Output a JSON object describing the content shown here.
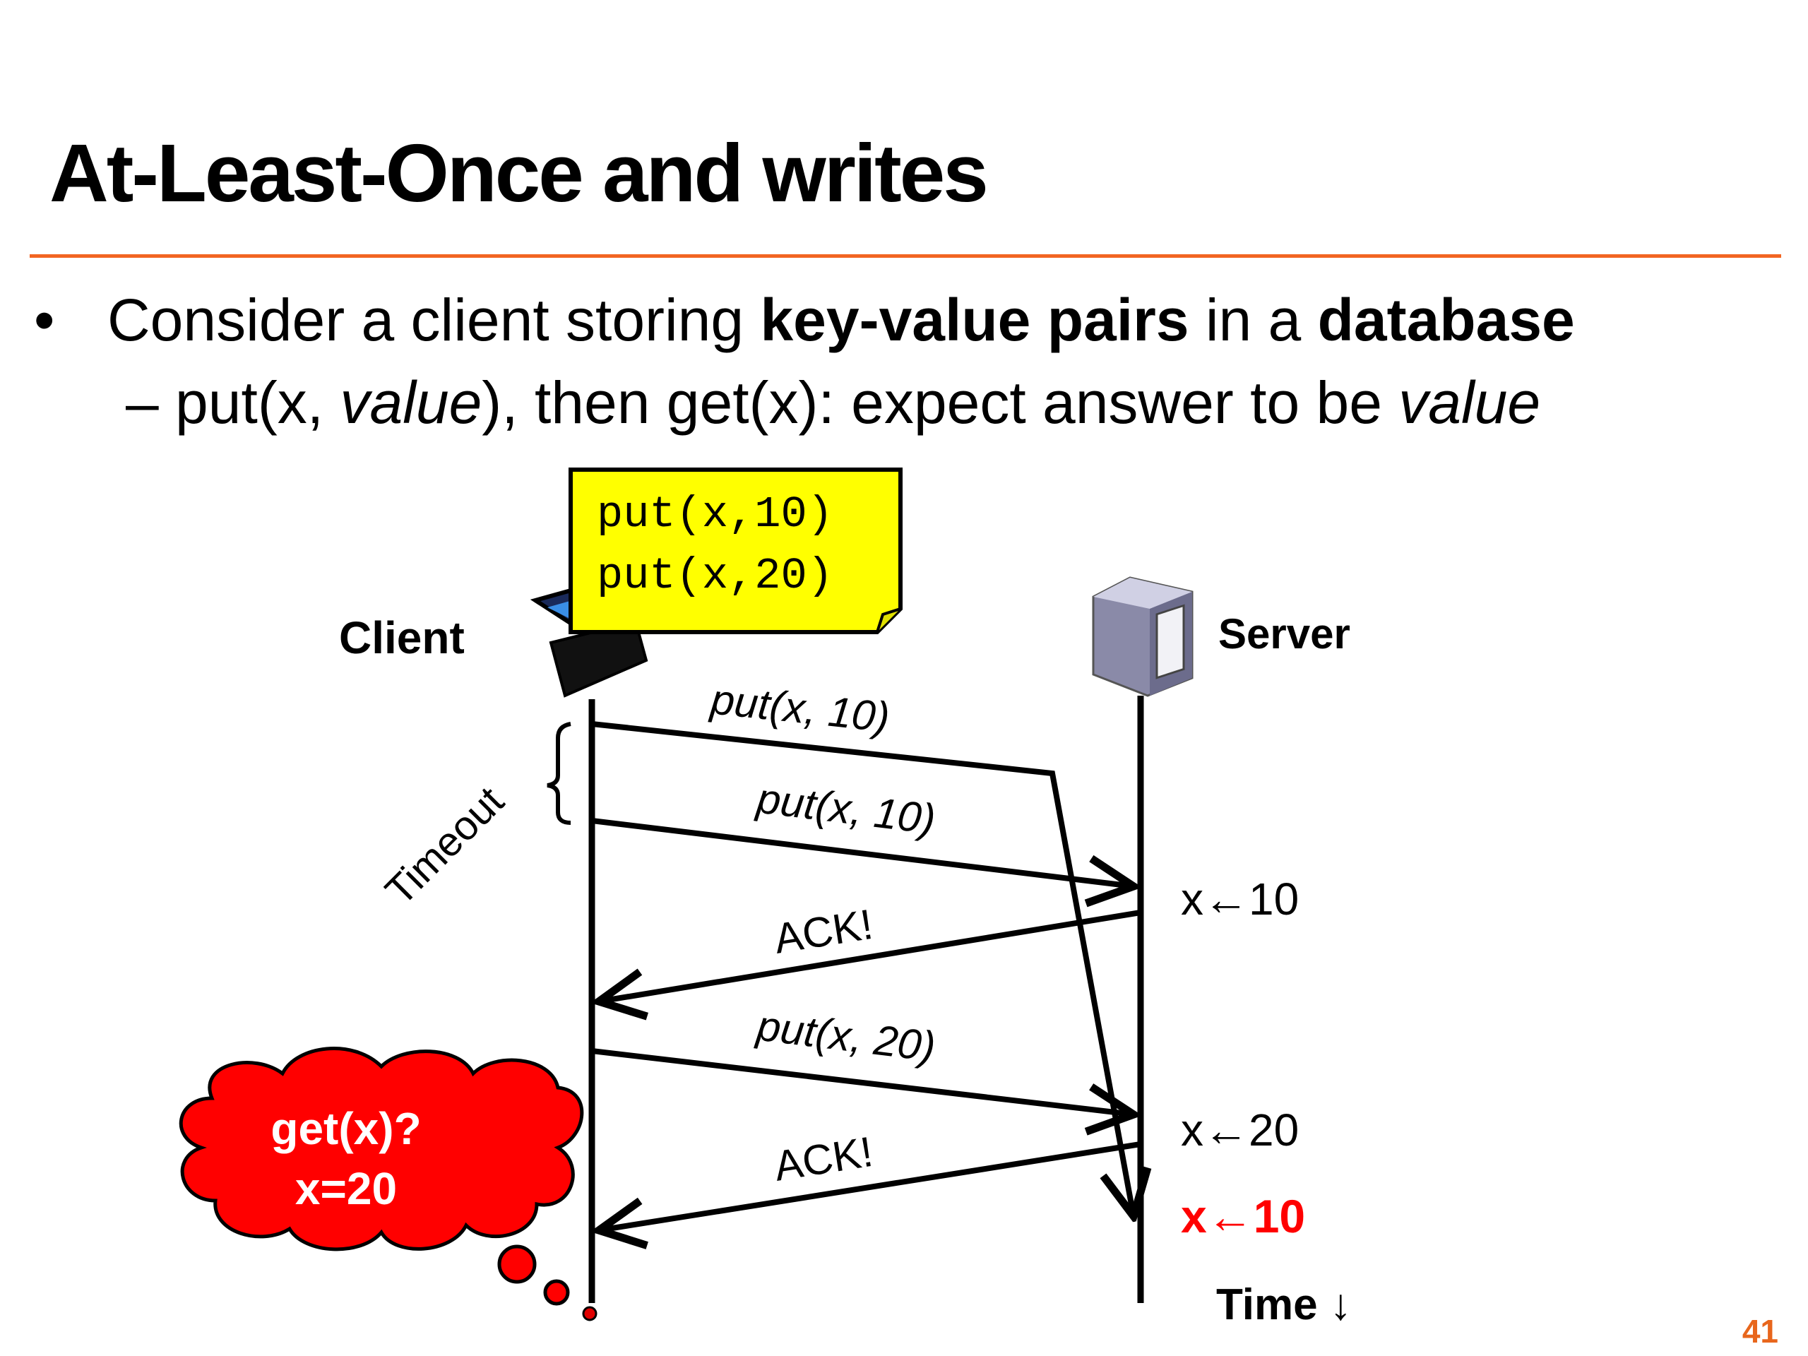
{
  "slide": {
    "title": "At-Least-Once and writes",
    "page_number": "41"
  },
  "bullets": {
    "main": {
      "marker": "•",
      "t1": "Consider a client storing ",
      "t2": "key-value pairs",
      "t3": " in a ",
      "t4": "database"
    },
    "sub": {
      "marker": "–",
      "t1": " put(x, ",
      "t2": "value",
      "t3": "), then get(x): expect answer to be ",
      "t4": "value"
    }
  },
  "diagram": {
    "client_label": "Client",
    "server_label": "Server",
    "note_lines": [
      "put(x,10)",
      "put(x,20)"
    ],
    "timeout_label": "Timeout",
    "messages": {
      "put1": "put(x, 10)",
      "put1_retry": "put(x, 10)",
      "ack1": "ACK!",
      "put2": "put(x, 20)",
      "ack2": "ACK!"
    },
    "server_events": {
      "e1": "x←10",
      "e2": "x←20",
      "e3": "x←10"
    },
    "thought": {
      "line1": "get(x)?",
      "line2": "x=20"
    },
    "time_label": "Time ↓",
    "colors": {
      "accent_rule": "#f26522",
      "note_fill": "#ffff00",
      "thought_fill": "#ff0000",
      "stale_write": "#ff0000"
    },
    "icons": [
      "laptop-icon",
      "server-icon"
    ]
  }
}
